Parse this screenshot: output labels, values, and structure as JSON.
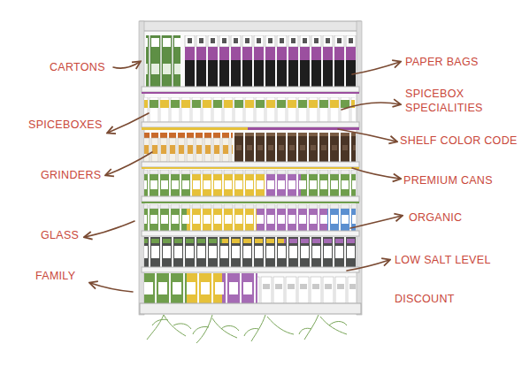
{
  "diagram": {
    "labels": [
      "CARTONS",
      "PAPER BAGS",
      "SPICEBOX SPECIALITIES",
      "SPICEBOXES",
      "SHELF COLOR CODE",
      "GRINDERS",
      "PREMIUM CANS",
      "ORGANIC",
      "GLASS",
      "LOW SALT LEVEL",
      "FAMILY",
      "DISCOUNT"
    ]
  }
}
